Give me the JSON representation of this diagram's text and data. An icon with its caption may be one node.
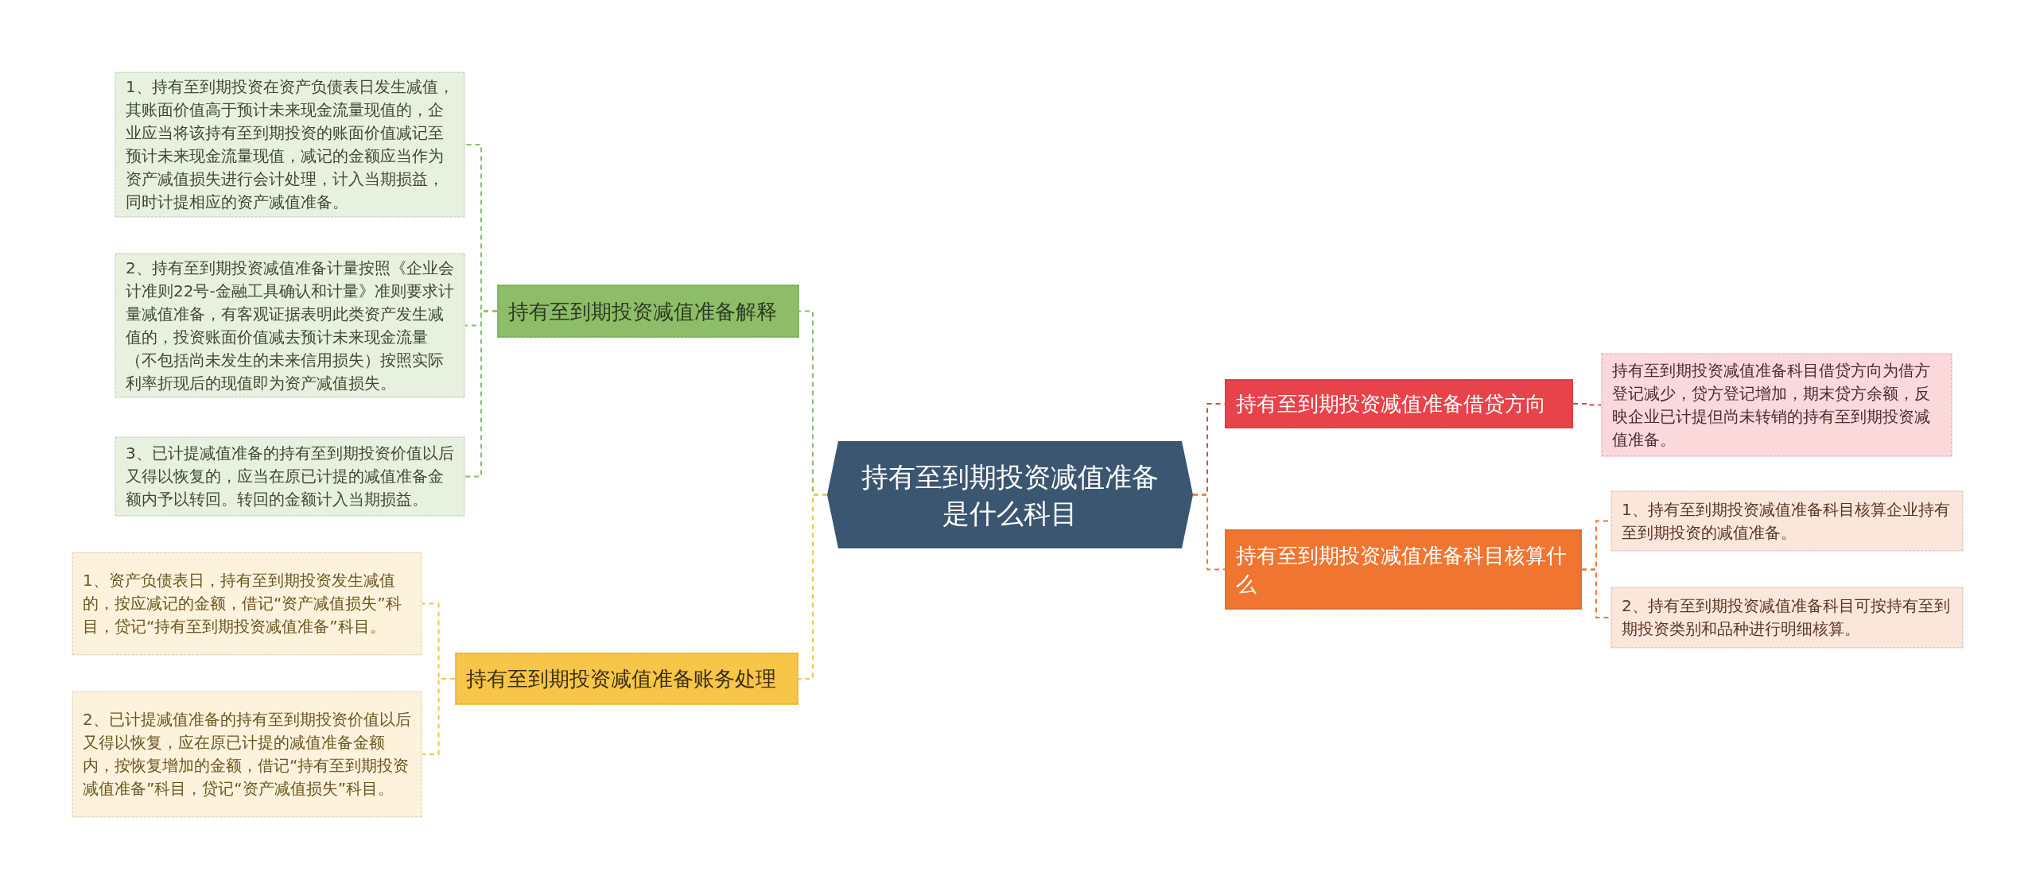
{
  "diagram": {
    "nodes": [
      {
        "text": [
          "持有至到期投资减值准备是什么科目"
        ]
      },
      {
        "text": [
          "持有至到期投资减值准备解释"
        ]
      },
      {
        "text": [
          "1、持有至到期投资在资产负债表日发生减值，其账面价值高于预计未来现金流量现值的，企业应当将该持有至到期投资的账面价值减记至预计未来现金流量现值，减记的金额应当作为资产减值损失进行会计处理，计入当期损益，同时计提相应的资产减值准备。"
        ]
      },
      {
        "text": [
          "2、持有至到期投资减值准备计量按照《企业会计准则22号-金融工具确认和计量》准则要求计量减值准备，有客观证据表明此类资产发生减值的，投资账面价值减去预计未来现金流量（不包括尚未发生的未来信用损失）按照实际利率折现后的现值即为资产减值损失。"
        ]
      },
      {
        "text": [
          "3、已计提减值准备的持有至到期投资价值以后又得以恢复的，应当在原已计提的减值准备金额内予以转回。转回的金额计入当期损益。"
        ]
      },
      {
        "text": [
          "持有至到期投资减值准备账务处理"
        ]
      },
      {
        "text": [
          "1、资产负债表日，持有至到期投资发生减值的，按应减记的金额，借记“资产减值损失”科目，贷记“持有至到期投资减值准备”科目。"
        ]
      },
      {
        "text": [
          "2、已计提减值准备的持有至到期投资价值以后又得以恢复，应在原已计提的减值准备金额内，按恢复增加的金额，借记“持有至到期投资减值准备”科目，贷记“资产减值损失”科目。"
        ]
      },
      {
        "text": [
          "持有至到期投资减值准备借贷方向"
        ]
      },
      {
        "text": [
          "持有至到期投资减值准备科目借贷方向为借方登记减少，贷方登记增加，期末贷方余额，反映企业已计提但尚未转销的持有至到期投资减值准备。"
        ]
      },
      {
        "text": [
          "持有至到期投资减值准备科目核算什么"
        ]
      },
      {
        "text": [
          "1、持有至到期投资减值准备科目核算企业持有至到期投资的减值准备。"
        ]
      },
      {
        "text": [
          "2、持有至到期投资减值准备科目可按持有至到期投资类别和品种进行明细核算。"
        ]
      }
    ],
    "edges": [
      {
        "from": 0,
        "to": 1,
        "arrow": "none",
        "style": "dashed",
        "color": "#8dbd68"
      },
      {
        "from": 1,
        "to": 2,
        "arrow": "none",
        "style": "dashed",
        "color": "#8dbd68"
      },
      {
        "from": 1,
        "to": 3,
        "arrow": "none",
        "style": "dashed",
        "color": "#8dbd68"
      },
      {
        "from": 1,
        "to": 4,
        "arrow": "none",
        "style": "dashed",
        "color": "#8dbd68"
      },
      {
        "from": 0,
        "to": 5,
        "arrow": "none",
        "style": "dashed",
        "color": "#f3c24f"
      },
      {
        "from": 5,
        "to": 6,
        "arrow": "none",
        "style": "dashed",
        "color": "#f3c24f"
      },
      {
        "from": 5,
        "to": 7,
        "arrow": "none",
        "style": "dashed",
        "color": "#f3c24f"
      },
      {
        "from": 0,
        "to": 8,
        "arrow": "none",
        "style": "dashed",
        "color": "#e8424a"
      },
      {
        "from": 8,
        "to": 9,
        "arrow": "none",
        "style": "dashed",
        "color": "#e8424a"
      },
      {
        "from": 0,
        "to": 10,
        "arrow": "none",
        "style": "dashed",
        "color": "#ef7530"
      },
      {
        "from": 10,
        "to": 11,
        "arrow": "none",
        "style": "dashed",
        "color": "#ef7530"
      },
      {
        "from": 10,
        "to": 12,
        "arrow": "none",
        "style": "dashed",
        "color": "#ef7530"
      }
    ]
  }
}
